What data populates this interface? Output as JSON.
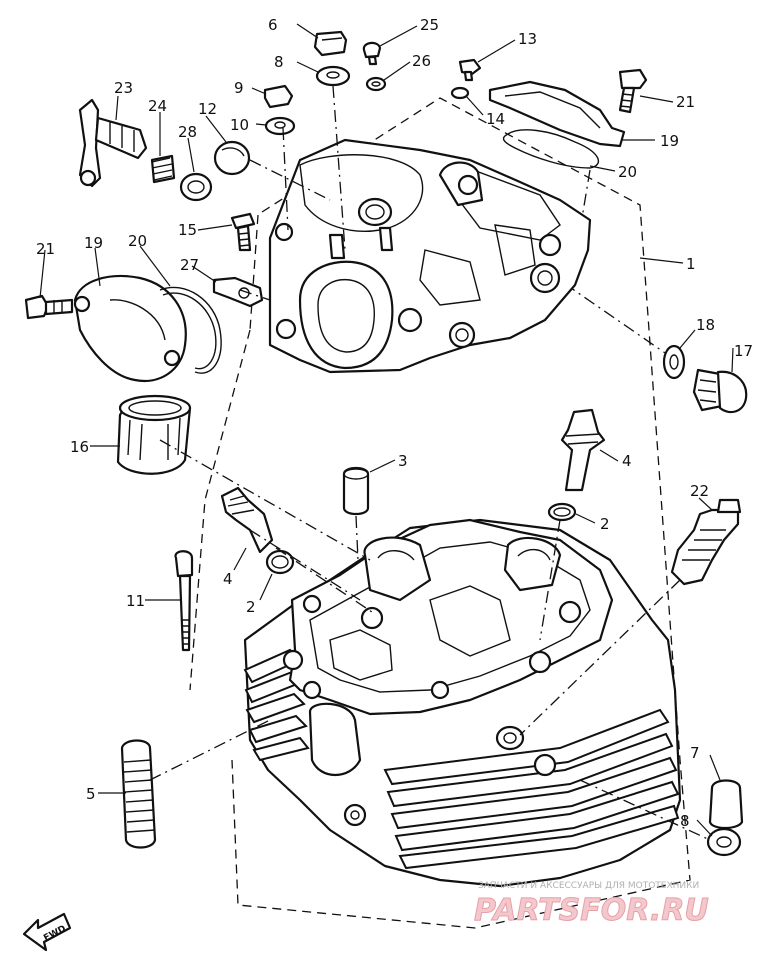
{
  "diagram": {
    "callouts": [
      "6",
      "25",
      "13",
      "8",
      "26",
      "9",
      "14",
      "21",
      "23",
      "24",
      "12",
      "28",
      "10",
      "19",
      "20",
      "15",
      "21",
      "19",
      "20",
      "1",
      "27",
      "18",
      "17",
      "16",
      "3",
      "4",
      "22",
      "2",
      "4",
      "2",
      "11",
      "5",
      "7",
      "8"
    ],
    "fwd_label": "FWD",
    "watermark": {
      "tagline": "ЗАПЧАСТИ И АКСЕССУАРЫ ДЛЯ МОТОТЕХНИКИ",
      "logo": "PARTSFOR.RU"
    }
  }
}
